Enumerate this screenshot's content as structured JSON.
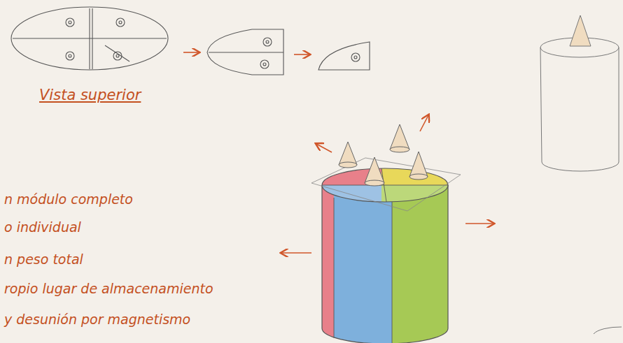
{
  "diagram": {
    "labels": [
      "Vista superior",
      "n módulo completo",
      "o individual",
      "n peso total",
      "ropio lugar de almacenamiento",
      "y desunión por magnetismo"
    ]
  }
}
